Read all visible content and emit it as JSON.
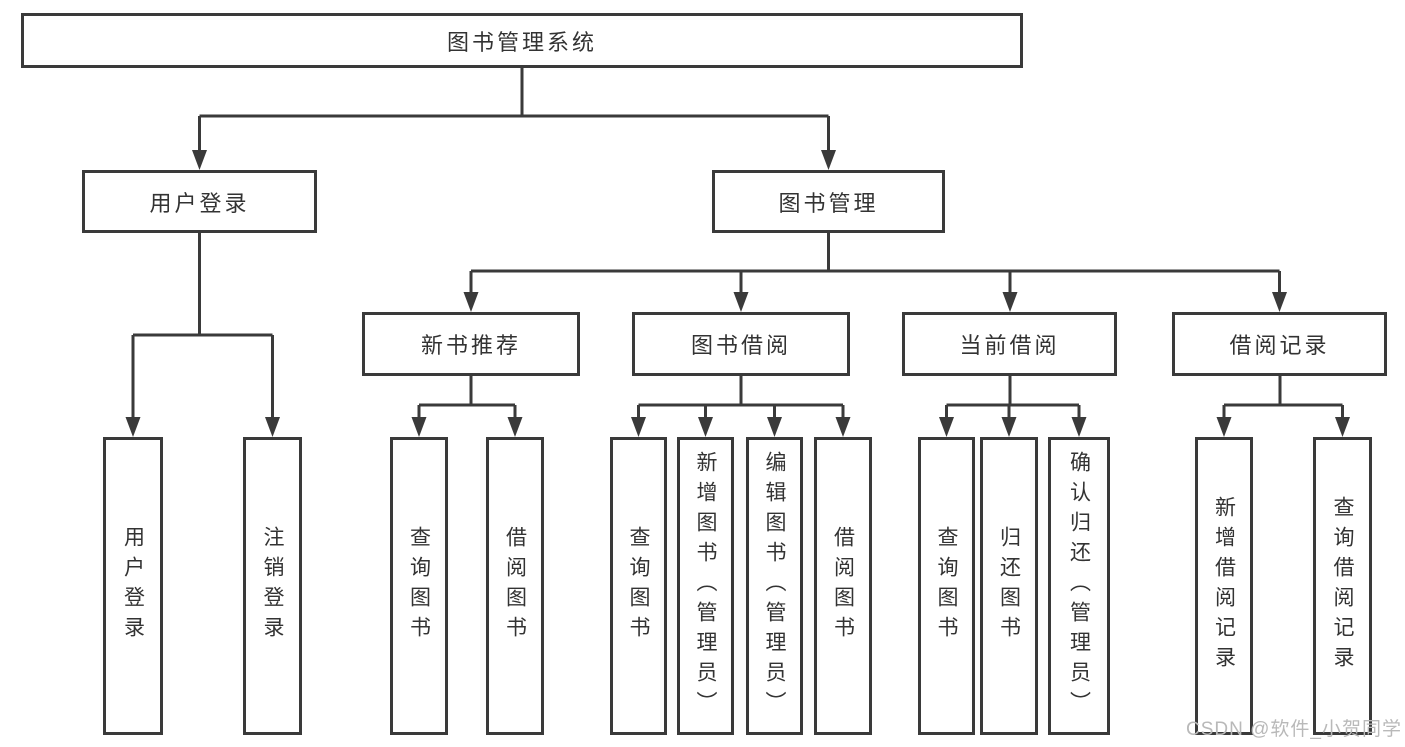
{
  "diagram": {
    "tree": {
      "label": "图书管理系统",
      "children": [
        {
          "label": "用户登录",
          "leaves": [
            "用户登录",
            "注销登录"
          ]
        },
        {
          "label": "图书管理",
          "children": [
            {
              "label": "新书推荐",
              "leaves": [
                "查询图书",
                "借阅图书"
              ]
            },
            {
              "label": "图书借阅",
              "leaves": [
                "查询图书",
                "新增图书（管理员）",
                "编辑图书（管理员）",
                "借阅图书"
              ]
            },
            {
              "label": "当前借阅",
              "leaves": [
                "查询图书",
                "归还图书",
                "确认归还（管理员）"
              ]
            },
            {
              "label": "借阅记录",
              "leaves": [
                "新增借阅记录",
                "查询借阅记录"
              ]
            }
          ]
        }
      ]
    },
    "colors": {
      "line": "#3a3a3a",
      "text": "#333333",
      "box_background": "#ffffff",
      "watermark": "#b9b9b9"
    }
  },
  "watermark": {
    "text": "CSDN @软件_小贺同学"
  }
}
